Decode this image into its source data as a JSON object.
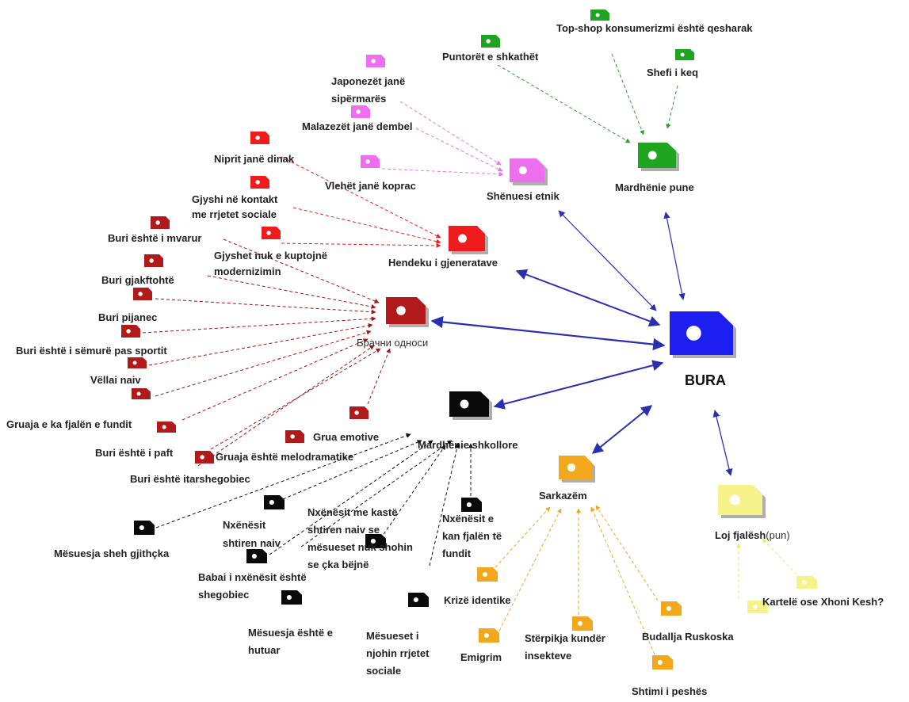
{
  "colors": {
    "center": "#1d1ff0",
    "green": "#1fa51f",
    "pink": "#ee6fee",
    "red": "#ee1c1c",
    "darkred": "#b01a1a",
    "black": "#0a0a0a",
    "orange": "#f2a71d",
    "yellow": "#f6f38a",
    "blue_edge": "#2a2fb0"
  },
  "center": {
    "label": "BURA"
  },
  "hubs": [
    {
      "id": "mardhenie_pune",
      "label": "Mardhënie pune"
    },
    {
      "id": "shenuesi_etnik",
      "label": "Shënuesi etnik"
    },
    {
      "id": "hendeku",
      "label": "Hendeku i gjeneratave"
    },
    {
      "id": "brachni",
      "label": "Брачни односи"
    },
    {
      "id": "shkollore",
      "label": "Mardhënie shkollore"
    },
    {
      "id": "sarkazem",
      "label": "Sarkazëm"
    },
    {
      "id": "loj",
      "label": "Loj fjalësh",
      "suffix": "(pun)"
    }
  ],
  "leaves": {
    "green": [
      "Top-shop konsumerizmi është qesharak",
      "Puntorët e shkathët",
      "Shefi i keq"
    ],
    "pink": [
      "Japonezët janë sipërmarës",
      "Malazezët janë dembel",
      "Vlehët janë koprac"
    ],
    "red": [
      "Niprit janë dinak",
      "Gjyshi në kontakt me rrjetet sociale",
      "Gjyshet nuk e kuptojnë modernizimin"
    ],
    "darkred": [
      "Buri është i mvarur",
      "Buri gjakftohtë",
      "Buri pijanec",
      "Buri është i sëmurë pas sportit",
      "Vëllai naiv",
      "Gruaja e ka fjalën e fundit",
      "Buri është i paft",
      "Buri është itarshegobiec",
      "Gruaja është melodramatike",
      "Grua emotive"
    ],
    "black": [
      "Mësuesja sheh gjithçka",
      "Nxënësit shtiren naiv",
      "Nxënësit me kastë shtiren naiv se mësueset nuk shohin se çka bëjnë",
      "Nxënësit e kan fjalën të fundit",
      "Babai i nxënësit është shegobiec",
      "Mësuesja është e hutuar",
      "Mësueset i njohin rrjetet sociale"
    ],
    "orange": [
      "Krizë identike",
      "Emigrim",
      "Stërpikja kundër insekteve",
      "Budallja Ruskoska",
      "Shtimi i peshës"
    ],
    "yellow": [
      "Kartelë ose Xhoni Kesh?"
    ]
  }
}
